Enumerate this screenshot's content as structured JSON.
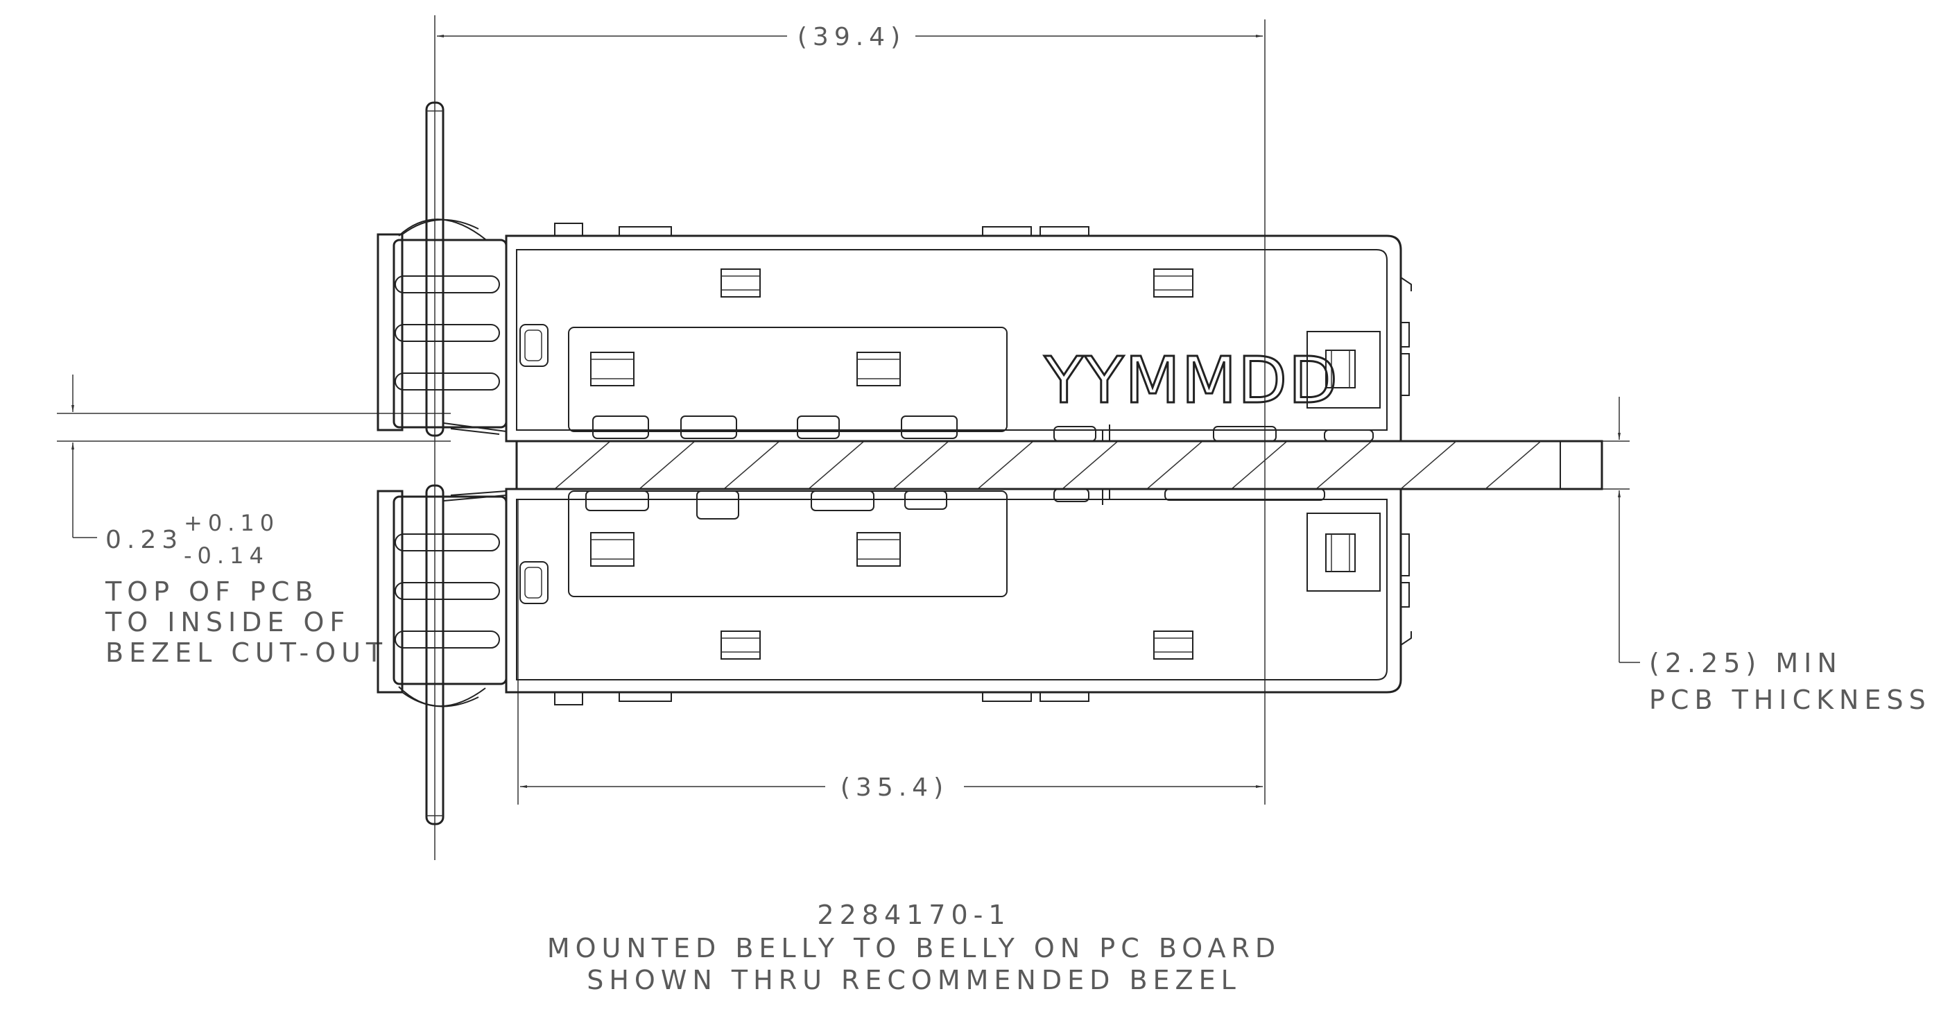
{
  "dimensions": {
    "top_width": "(39.4)",
    "bottom_width": "(35.4)",
    "bezel_tol_base": "0.23",
    "bezel_tol_plus": "+0.10",
    "bezel_tol_minus": "-0.14",
    "pcb_thickness": "(2.25) MIN"
  },
  "notes": {
    "bezel_line1": "TOP OF PCB",
    "bezel_line2": "TO INSIDE OF",
    "bezel_line3": "BEZEL CUT-OUT",
    "pcb_label": "PCB THICKNESS"
  },
  "marking": "YYMMDD",
  "caption": {
    "part_number": "2284170-1",
    "line1": "MOUNTED BELLY TO BELLY ON PC BOARD",
    "line2": "SHOWN THRU RECOMMENDED BEZEL"
  }
}
